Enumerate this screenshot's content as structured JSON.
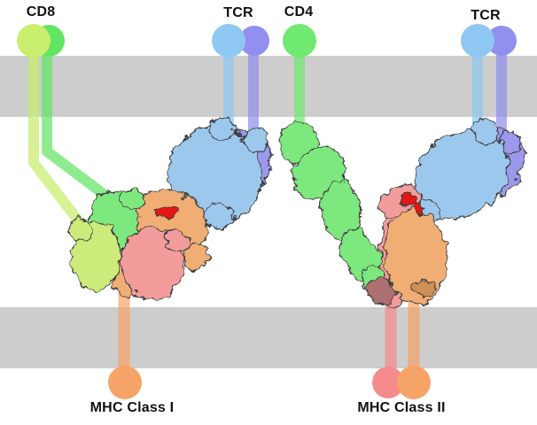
{
  "labels": {
    "cd8": "CD8",
    "tcr_left": "TCR",
    "cd4": "CD4",
    "tcr_right": "TCR",
    "mhc_class_1": "MHC Class I",
    "mhc_class_2": "MHC Class II"
  },
  "colors": {
    "background": "#ffffff",
    "membrane": "#cdcdcd",
    "label_text": "#111111",
    "cd8_beta": "#c9ee6d",
    "cd8_alpha": "#63e563",
    "cd4": "#70e970",
    "tcr_alpha": "#8ec8f2",
    "tcr_beta": "#9190ee",
    "mhc1_heavy": "#f5a367",
    "mhc2_alpha": "#f5a367",
    "mhc2_beta": "#f68b8b",
    "blob_green": "#7de87d",
    "blob_yellow_green": "#cdeb7a",
    "blob_blue": "#9cc8ee",
    "blob_purple": "#9c99ec",
    "blob_orange": "#f0ae74",
    "blob_pink": "#f29c9c",
    "blob_mauve": "#ad6f6f",
    "blob_tan": "#cd9058",
    "peptide_red": "#e51414"
  }
}
